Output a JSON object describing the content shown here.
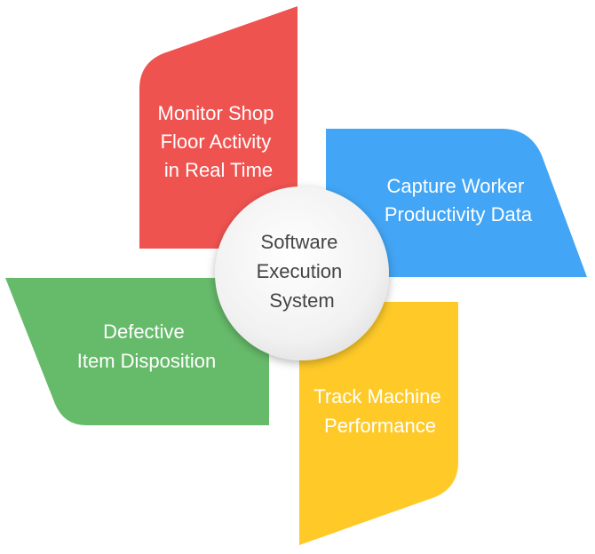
{
  "hub": {
    "lines": [
      "Software",
      "Execution",
      "System"
    ]
  },
  "blades": [
    {
      "id": "top",
      "color": "#ef5350",
      "lines": [
        "Monitor Shop",
        "Floor Activity",
        "in Real Time"
      ]
    },
    {
      "id": "right",
      "color": "#42a5f5",
      "lines": [
        "Capture Worker",
        "Productivity Data"
      ]
    },
    {
      "id": "bottom",
      "color": "#ffca28",
      "lines": [
        "Track Machine",
        "Performance"
      ]
    },
    {
      "id": "left",
      "color": "#66bb6a",
      "lines": [
        "Defective",
        "Item Disposition"
      ]
    }
  ]
}
